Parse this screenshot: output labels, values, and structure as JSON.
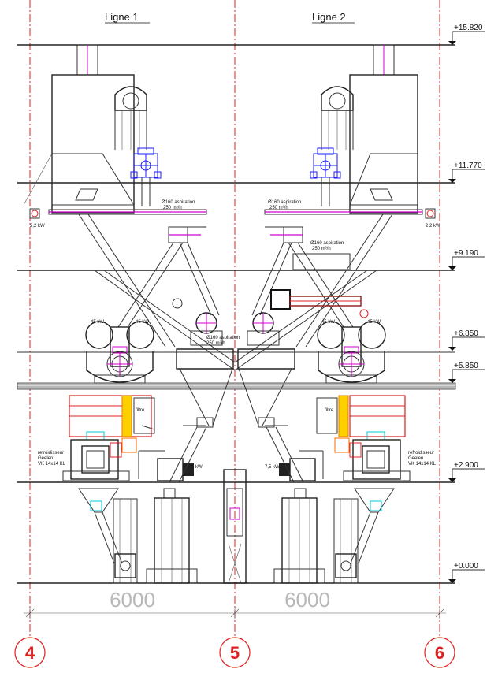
{
  "lines": {
    "line1": "Ligne 1",
    "line2": "Ligne 2"
  },
  "levels": [
    "+15.820",
    "+11.770",
    "+9.190",
    "+6.850",
    "+5.850",
    "+2.900",
    "+0.000"
  ],
  "dimensions": {
    "left": "6000",
    "right": "6000"
  },
  "axes": [
    "4",
    "5",
    "6"
  ],
  "annotations": {
    "motor_left": "2,2 kW",
    "motor_right": "2,2 kW",
    "aspiration_left_1": "Ø160 aspiration",
    "aspiration_left_2": "250 m³/h",
    "aspiration_right_1": "Ø160 aspiration",
    "aspiration_right_2": "250 m³/h",
    "aspiration_mid_1": "Ø160 aspiration",
    "aspiration_mid_2": "250 m³/h",
    "fan_kw_1": "45 kW",
    "fan_kw_2": "45 kW",
    "fan_kw_3": "45 kW",
    "fan_kw_4": "45 kW",
    "refroidisseur_left_1": "refroidisseur",
    "refroidisseur_left_2": "Geelen",
    "refroidisseur_left_3": "VK 14x14 KL",
    "refroidisseur_right_1": "refroidisseur",
    "refroidisseur_right_2": "Geelen",
    "refroidisseur_right_3": "VK 14x14 KL",
    "filtre_left": "filtre",
    "filtre_right": "filtre",
    "elevator_kw_left": "7,5 kW",
    "elevator_kw_right": "7,5 kW"
  },
  "colors": {
    "axis": "#e02020",
    "magenta": "#d000d0",
    "blue": "#1a1aff",
    "orange": "#ff6a00",
    "cyan": "#00c8d8"
  }
}
